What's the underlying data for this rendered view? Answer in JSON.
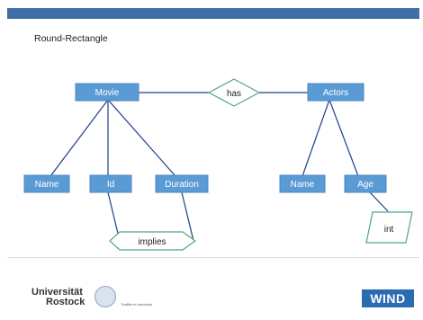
{
  "slide": {
    "title": "Round-Rectangle"
  },
  "diagram": {
    "entities": [
      "Movie",
      "Actors"
    ],
    "relationship": "has",
    "movie_attributes": [
      "Name",
      "Id",
      "Duration"
    ],
    "actor_attributes": [
      "Name",
      "Age"
    ],
    "constraint": "implies",
    "type_note": "int"
  },
  "footer": {
    "university_line1": "Universität",
    "university_line2": "Rostock",
    "university_tagline": "Traditio et Innovatio",
    "logo_text": "WIND"
  },
  "colors": {
    "top_bar": "#3f6fa8",
    "node_fill": "#5b9bd5",
    "edge": "#1f3d8c",
    "diamond_border": "#4fa58a"
  }
}
